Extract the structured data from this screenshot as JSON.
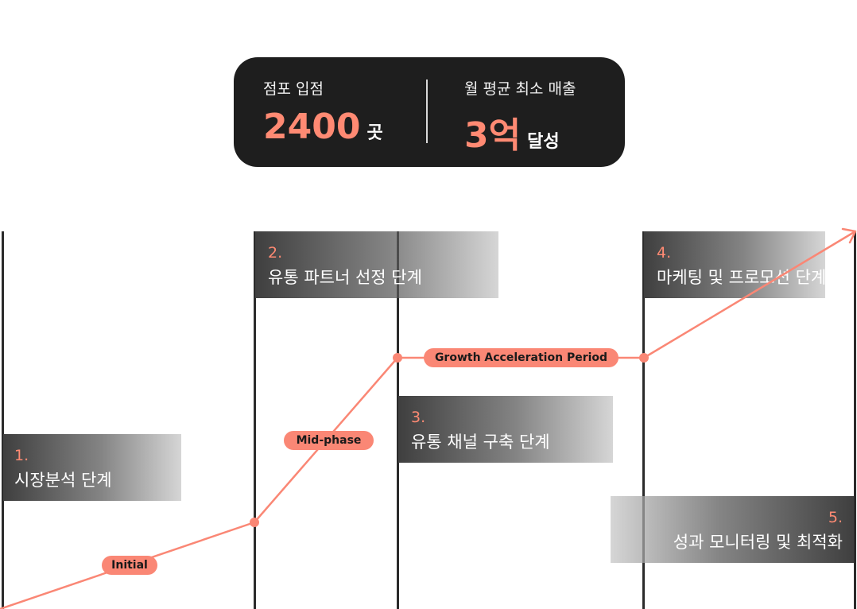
{
  "stats": {
    "stores": {
      "label": "점포 입점",
      "value": "2400",
      "unit": "곳"
    },
    "sales": {
      "label": "월 평균 최소 매출",
      "value": "3억",
      "unit": "달성"
    }
  },
  "stages": [
    {
      "number": "1.",
      "title": "시장분석 단계"
    },
    {
      "number": "2.",
      "title": "유통 파트너 선정 단계"
    },
    {
      "number": "3.",
      "title": "유통 채널 구축 단계"
    },
    {
      "number": "4.",
      "title": "마케팅 및 프로모션 단계"
    },
    {
      "number": "5.",
      "title": "성과 모니터링 및 최적화"
    }
  ],
  "phases": {
    "initial": "Initial",
    "mid": "Mid-phase",
    "growth": "Growth Acceleration Period"
  },
  "colors": {
    "accent": "#fa8775",
    "dark": "#1e1e1e",
    "line": "#2b2b2b"
  }
}
